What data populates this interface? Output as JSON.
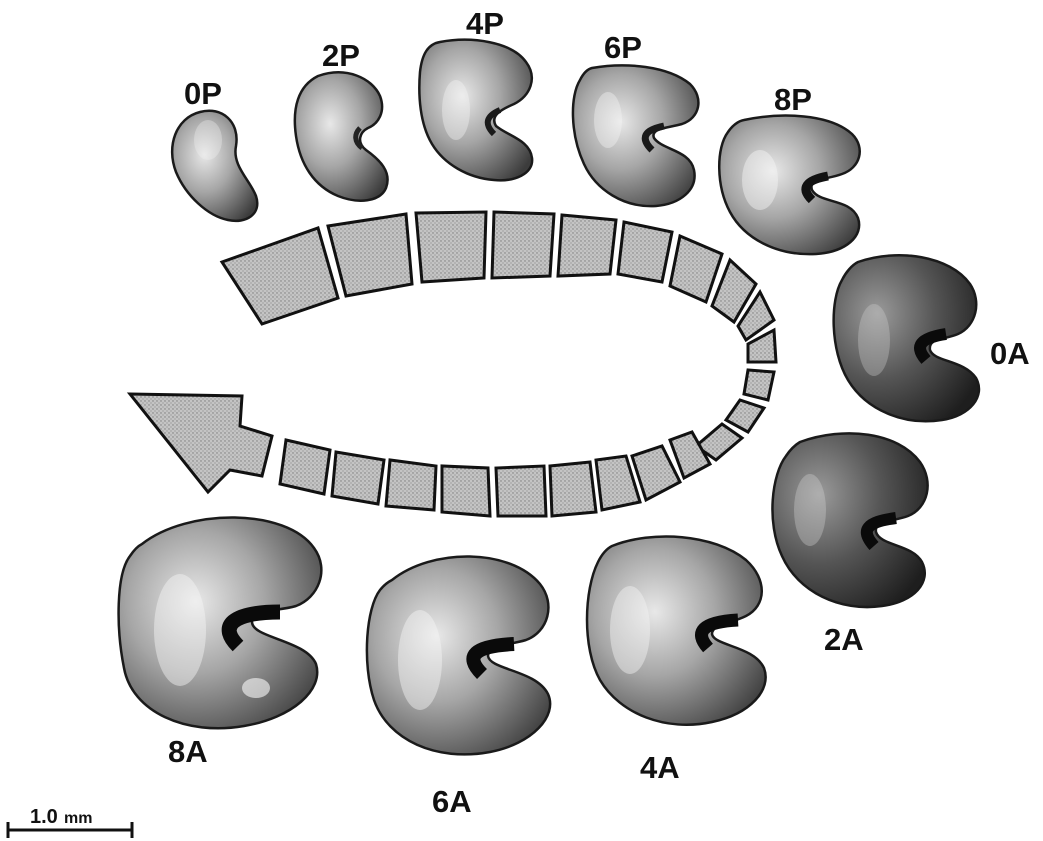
{
  "stages": [
    {
      "id": "0P",
      "label": "0P"
    },
    {
      "id": "2P",
      "label": "2P"
    },
    {
      "id": "4P",
      "label": "4P"
    },
    {
      "id": "6P",
      "label": "6P"
    },
    {
      "id": "8P",
      "label": "8P"
    },
    {
      "id": "0A",
      "label": "0A"
    },
    {
      "id": "2A",
      "label": "2A"
    },
    {
      "id": "4A",
      "label": "4A"
    },
    {
      "id": "6A",
      "label": "6A"
    },
    {
      "id": "8A",
      "label": "8A"
    }
  ],
  "scale_bar": {
    "value": "1.0",
    "unit": "mm"
  },
  "colors": {
    "ink": "#111111",
    "arrow_fill": "#b8b8b8",
    "specimen_dark": "#2a2a2a",
    "specimen_light": "#e6e6e6"
  }
}
